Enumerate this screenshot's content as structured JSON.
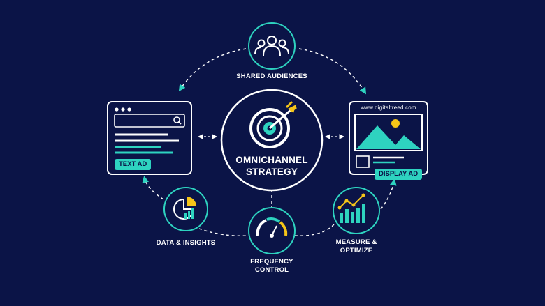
{
  "center": {
    "line1": "OMNICHANNEL",
    "line2": "STRATEGY"
  },
  "nodes": {
    "shared_audiences": "SHARED AUDIENCES",
    "data_insights": "DATA & INSIGHTS",
    "frequency_line1": "FREQUENCY",
    "frequency_line2": "CONTROL",
    "measure_line1": "MEASURE &",
    "measure_line2": "OPTIMIZE"
  },
  "text_ad": {
    "badge": "TEXT AD"
  },
  "display_ad": {
    "url": "www.digitaltreed.com",
    "badge": "DISPLAY AD"
  },
  "colors": {
    "background": "#0b1447",
    "teal": "#2ed3c0",
    "yellow": "#f5c518",
    "white": "#ffffff"
  },
  "icons": [
    "people-icon",
    "target-icon",
    "pie-chart-icon",
    "gauge-icon",
    "trend-chart-icon",
    "search-icon",
    "image-icon"
  ]
}
